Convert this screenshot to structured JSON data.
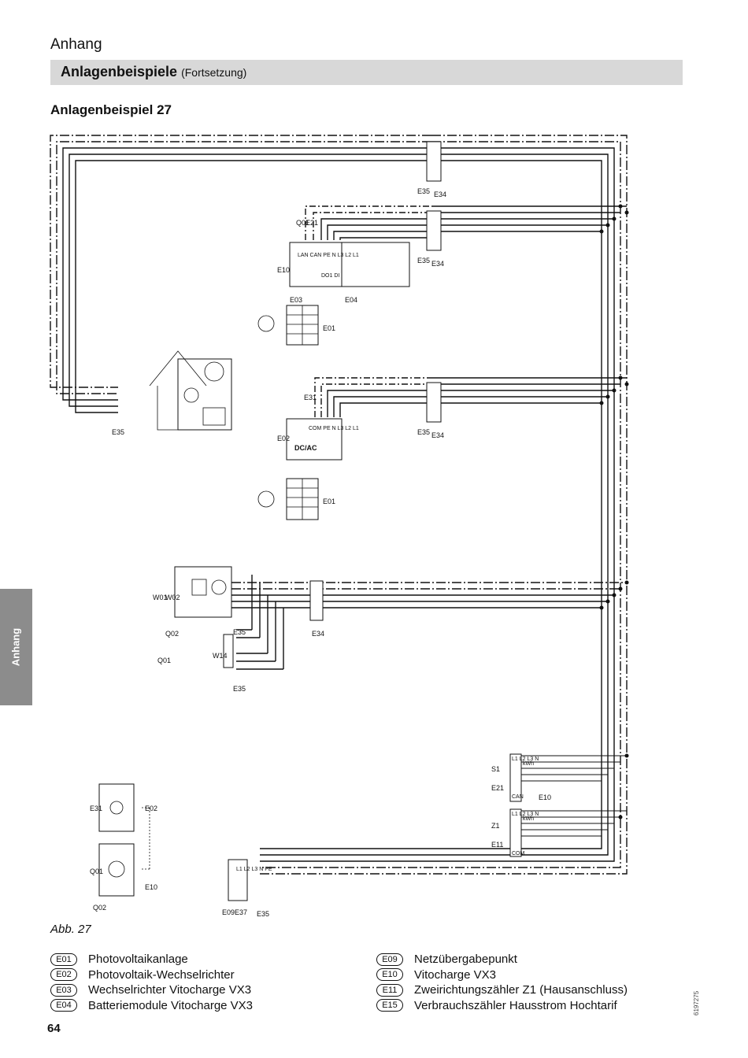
{
  "header": {
    "section": "Anhang",
    "title": "Anlagenbeispiele",
    "title_suffix": "(Fortsetzung)",
    "example_heading": "Anlagenbeispiel 27"
  },
  "side_tab": "Anhang",
  "diagram": {
    "device_codes": {
      "e01": "E01",
      "e02": "E02",
      "e03": "E03",
      "e04": "E04",
      "e09": "E09",
      "e10": "E10",
      "e11": "E11",
      "e21": "E21",
      "e31": "E31",
      "e34": "E34",
      "e35": "E35",
      "e37": "E37",
      "q01": "Q01",
      "q02": "Q02",
      "w01": "W01",
      "w02": "W02",
      "w14": "W14",
      "s1": "S1",
      "z1": "Z1"
    },
    "inverter_terminals": "LAN CAN PE N L3 L2 L1",
    "dcac_label": "DC/AC",
    "dcac_terminals": "COM PE N L3 L2 L1",
    "do_di": "DO1 DI",
    "meter_kwh": "kWh",
    "meter_terms_top": "L1 L2 L3 N",
    "meter_can": "CAN",
    "meter_terms_bottom": "L1 L2 L3 N",
    "meter_com": "COM",
    "grid_point_terms": "L1 L2 L3 N PE"
  },
  "caption": "Abb. 27",
  "legend_left": [
    {
      "code": "E01",
      "text": "Photovoltaikanlage"
    },
    {
      "code": "E02",
      "text": "Photovoltaik-Wechselrichter"
    },
    {
      "code": "E03",
      "text": "Wechselrichter Vitocharge VX3"
    },
    {
      "code": "E04",
      "text": "Batteriemodule Vitocharge VX3"
    }
  ],
  "legend_right": [
    {
      "code": "E09",
      "text": "Netzübergabepunkt"
    },
    {
      "code": "E10",
      "text": "Vitocharge VX3"
    },
    {
      "code": "E11",
      "text": "Zweirichtungszähler Z1 (Hausanschluss)"
    },
    {
      "code": "E15",
      "text": "Verbrauchszähler Hausstrom Hochtarif"
    }
  ],
  "page_number": "64",
  "doc_number": "6197275",
  "colors": {
    "title_bar": "#d8d8d8",
    "side_tab": "#8c8c8c",
    "line": "#111111"
  }
}
